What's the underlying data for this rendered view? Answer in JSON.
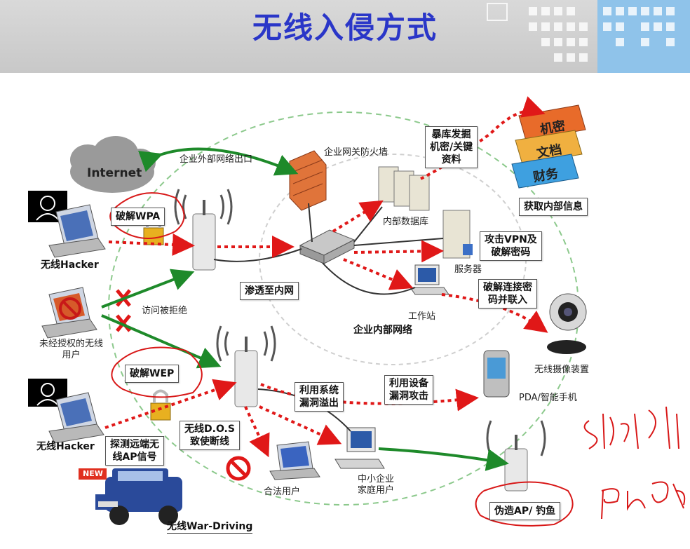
{
  "title": "无线入侵方式",
  "labels": {
    "internet": "Internet",
    "gateway": "企业外部网络出口",
    "firewall": "企业网关防火墙",
    "db": "内部数据库",
    "leak_box": "暴库发掘\n机密/关键\n资料",
    "doc1": "机密",
    "doc2": "文档",
    "doc3": "财务",
    "get_info": "获取内部信息",
    "crack_wpa": "破解WPA",
    "hacker1": "无线Hacker",
    "server": "服务器",
    "vpn_box": "攻击VPN及\n破解密码",
    "penetrate": "渗透至内网",
    "access_denied": "访问被拒绝",
    "workstation": "工作站",
    "enterprise_net": "企业内部网络",
    "crack_conn": "破解连接密\n码并联入",
    "unauth": "未经授权的无线\n用户",
    "camera": "无线摄像装置",
    "crack_wep": "破解WEP",
    "sys_overflow": "利用系统\n漏洞溢出",
    "dev_attack": "利用设备\n漏洞攻击",
    "pda": "PDA/智能手机",
    "hacker2": "无线Hacker",
    "dos": "无线D.O.S\n致使断线",
    "detect": "探测远端无\n线AP信号",
    "legit_user": "合法用户",
    "sme": "中小企业\n家庭用户",
    "fake_ap": "伪造AP/ 钓鱼",
    "new_badge": "NEW",
    "war_driving": "无线War-Driving"
  },
  "colors": {
    "title": "#2a36c8",
    "attack": "#e01818",
    "legit": "#1e8a2a",
    "annot": "#d81818"
  }
}
